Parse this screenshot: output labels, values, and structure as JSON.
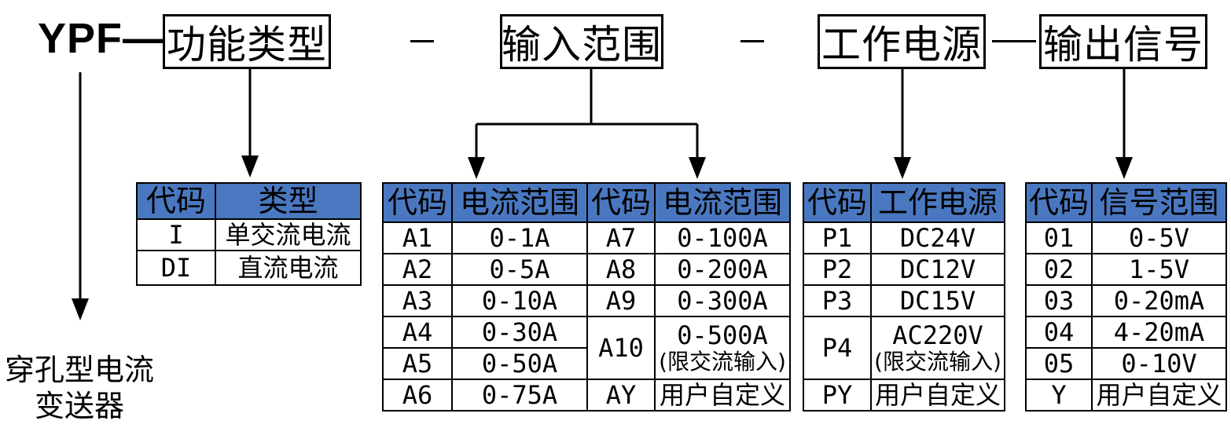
{
  "prefix": "YPF—",
  "separator": "—",
  "header_boxes": {
    "function_type": "功能类型",
    "input_range": "输入范围",
    "power_supply": "工作电源",
    "output_signal": "输出信号"
  },
  "description": [
    "穿孔型电流",
    "变送器"
  ],
  "function_table": {
    "headers": [
      "代码",
      "类型"
    ],
    "rows": [
      [
        "I",
        "单交流电流"
      ],
      [
        "DI",
        "直流电流"
      ]
    ]
  },
  "input_table": {
    "headers": [
      "代码",
      "电流范围",
      "代码",
      "电流范围"
    ],
    "left": [
      [
        "A1",
        "0-1A"
      ],
      [
        "A2",
        "0-5A"
      ],
      [
        "A3",
        "0-10A"
      ],
      [
        "A4",
        "0-30A"
      ],
      [
        "A5",
        "0-50A"
      ],
      [
        "A6",
        "0-75A"
      ]
    ],
    "right": [
      [
        "A7",
        "0-100A"
      ],
      [
        "A8",
        "0-200A"
      ],
      [
        "A9",
        "0-300A"
      ],
      [
        "A10",
        "0-500A",
        "(限交流输入)"
      ],
      [
        "AY",
        "用户自定义"
      ]
    ]
  },
  "power_table": {
    "headers": [
      "代码",
      "工作电源"
    ],
    "rows": [
      [
        "P1",
        "DC24V"
      ],
      [
        "P2",
        "DC12V"
      ],
      [
        "P3",
        "DC15V"
      ],
      [
        "P4",
        "AC220V",
        "(限交流输入)"
      ],
      [
        "PY",
        "用户自定义"
      ]
    ]
  },
  "output_table": {
    "headers": [
      "代码",
      "信号范围"
    ],
    "rows": [
      [
        "01",
        "0-5V"
      ],
      [
        "02",
        "1-5V"
      ],
      [
        "03",
        "0-20mA"
      ],
      [
        "04",
        "4-20mA"
      ],
      [
        "05",
        "0-10V"
      ],
      [
        "Y",
        "用户自定义"
      ]
    ]
  },
  "colors": {
    "header_fill": "#4a78c0",
    "line": "#000000"
  }
}
